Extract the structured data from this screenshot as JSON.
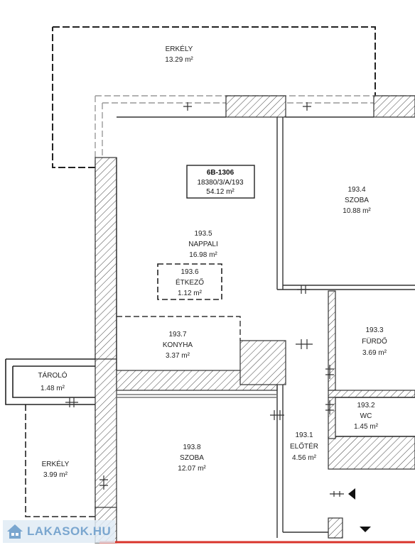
{
  "unit": {
    "code": "6B-1306",
    "parcel": "18380/3/A/193",
    "area": "54.12 m²"
  },
  "rooms": {
    "balcony_top": {
      "name": "ERKÉLY",
      "area": "13.29 m²"
    },
    "room_193_4": {
      "number": "193.4",
      "name": "SZOBA",
      "area": "10.88 m²"
    },
    "room_193_5": {
      "number": "193.5",
      "name": "NAPPALI",
      "area": "16.98 m²"
    },
    "room_193_6": {
      "number": "193.6",
      "name": "ÉTKEZŐ",
      "area": "1.12 m²"
    },
    "room_193_7": {
      "number": "193.7",
      "name": "KONYHA",
      "area": "3.37 m²"
    },
    "room_193_3": {
      "number": "193.3",
      "name": "FÜRDŐ",
      "area": "3.69 m²"
    },
    "room_193_2": {
      "number": "193.2",
      "name": "WC",
      "area": "1.45 m²"
    },
    "storage": {
      "name": "TÁROLÓ",
      "area": "1.48 m²"
    },
    "room_193_8": {
      "number": "193.8",
      "name": "SZOBA",
      "area": "12.07 m²"
    },
    "room_193_1": {
      "number": "193.1",
      "name": "ELŐTÉR",
      "area": "4.56 m²"
    },
    "balcony_left": {
      "name": "ERKÉLY",
      "area": "3.99 m²"
    }
  },
  "logo": {
    "text": "LAKASOK.HU"
  },
  "colors": {
    "wall_line": "#333333",
    "hatch": "#444444",
    "accent_line": "#d9342b",
    "logo": "#7aa6cf"
  }
}
